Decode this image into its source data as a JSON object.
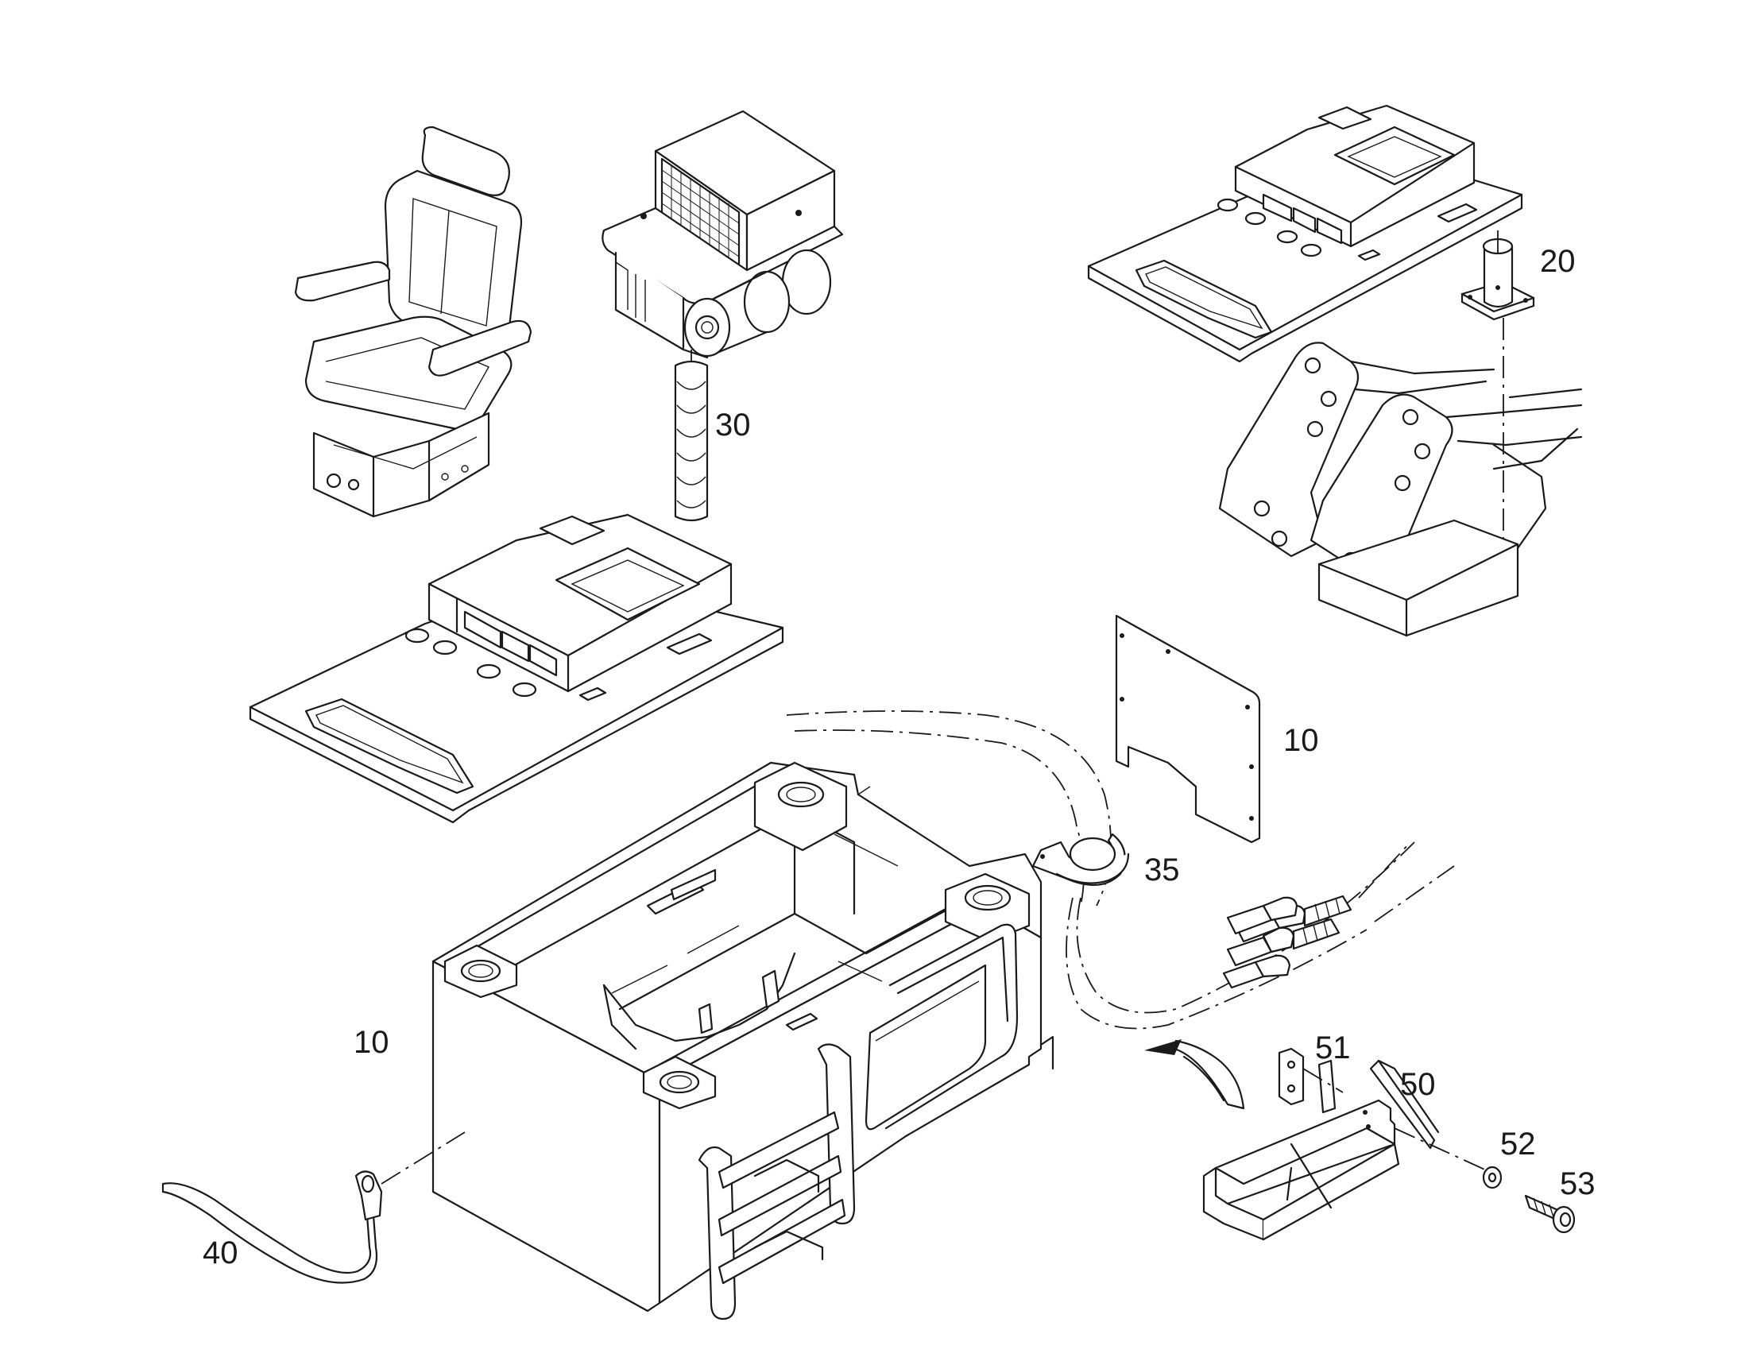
{
  "callouts": {
    "c10_panel": "10",
    "c10_frame": "10",
    "c20": "20",
    "c30": "30",
    "c35": "35",
    "c40": "40",
    "c50": "50",
    "c51": "51",
    "c52": "52",
    "c53": "53"
  }
}
